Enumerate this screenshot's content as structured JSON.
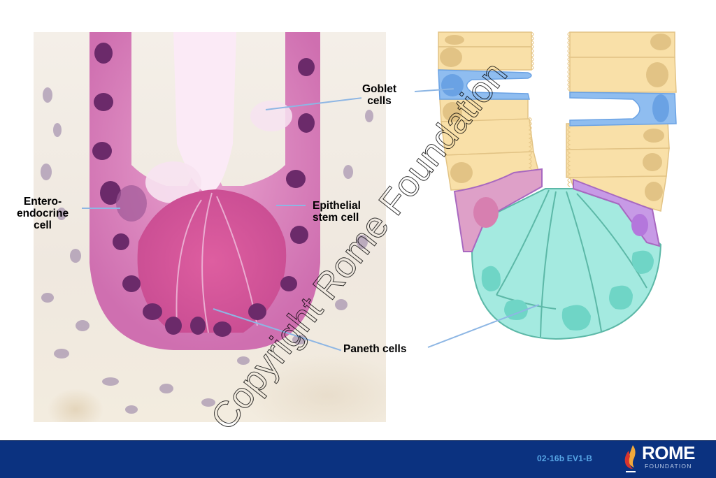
{
  "slide": {
    "labels": {
      "goblet": [
        "Goblet",
        "cells"
      ],
      "enteroendocrine": [
        "Entero-",
        "endocrine",
        "cell"
      ],
      "stem": [
        "Epithelial",
        "stem cell"
      ],
      "paneth": "Paneth cells"
    },
    "watermark": "Copyright Rome Foundation",
    "colors": {
      "enterocyte": "#f9e0a8",
      "enterocyte_nucleus": "#e2c385",
      "goblet": "#8fbdf0",
      "goblet_nucleus": "#6aa2e4",
      "enteroendocrine": "#dea0c8",
      "enteroendocrine_nucleus": "#d77fb0",
      "stem": "#c79ae6",
      "stem_nucleus": "#b477dc",
      "paneth": "#a4eae0",
      "paneth_nucleus": "#6fd5c6",
      "paneth_border": "#5cb8a7",
      "leader_line": "#8db6e4"
    }
  },
  "footer": {
    "code": "02-16b  EV1-B",
    "logo": {
      "name": "ROME",
      "sub": "FOUNDATION"
    },
    "colors": {
      "bar": "#0b3280",
      "code": "#57a6e6"
    }
  }
}
